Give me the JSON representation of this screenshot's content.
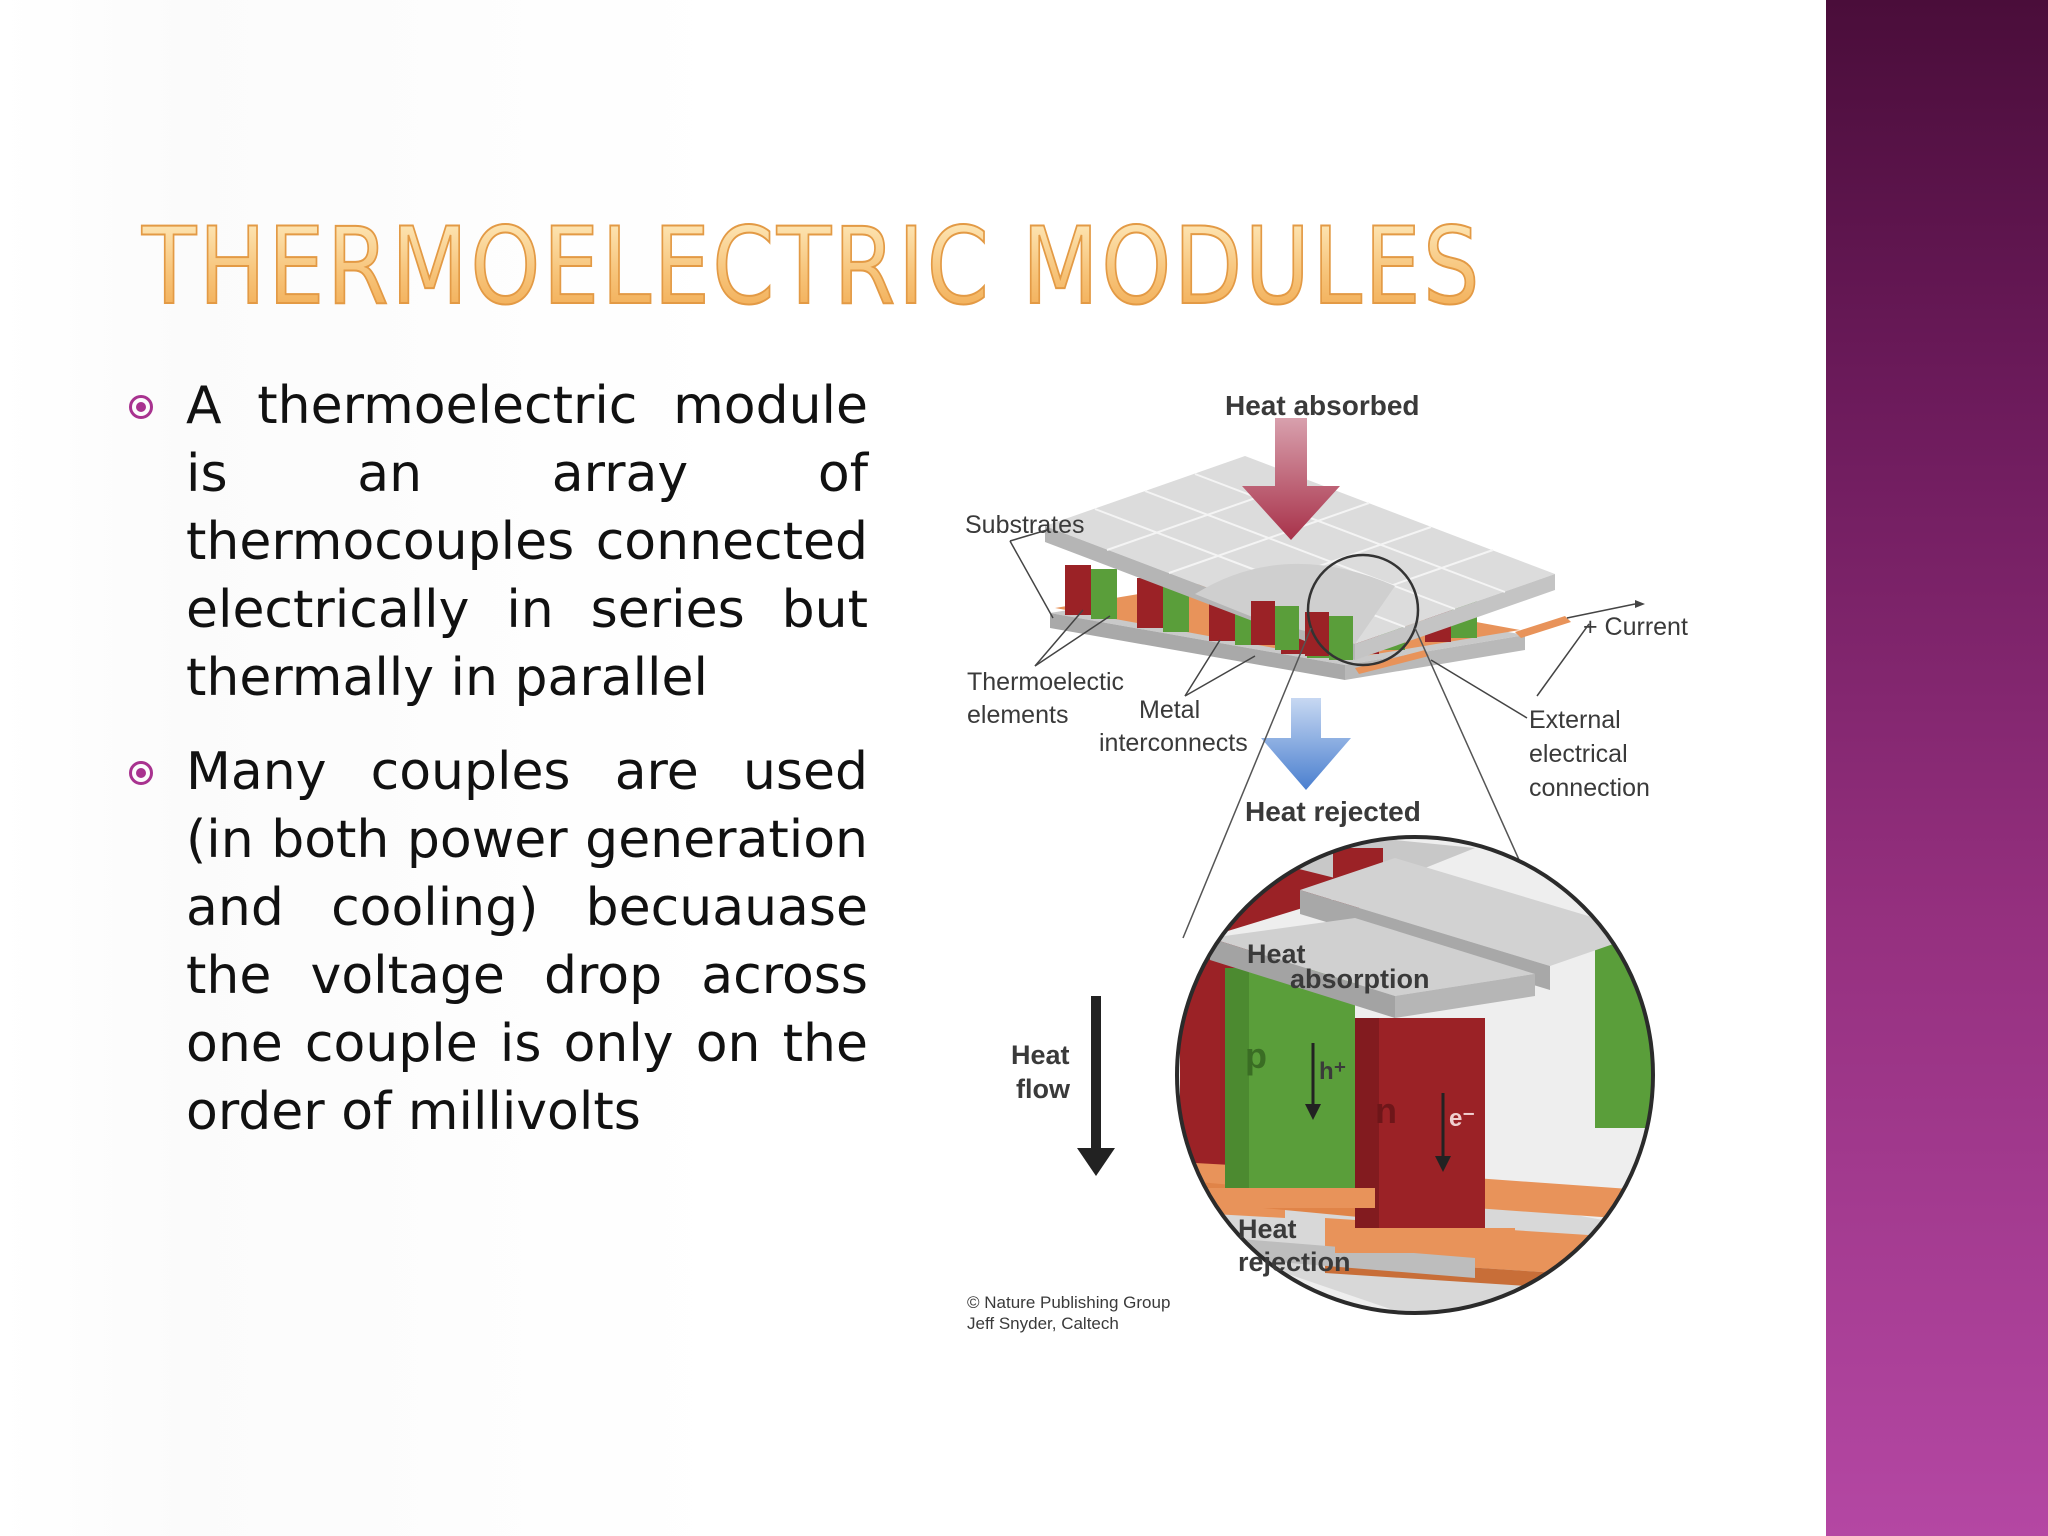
{
  "slide": {
    "title": "THERMOELECTRIC MODULES",
    "bullets": [
      "A thermoelectric module is an array of thermocouples connected electrically in series but thermally in parallel",
      "Many couples are used (in both power generation and cooling) becuauase the voltage drop across one couple is only on the order of millivolts"
    ],
    "bullet_icon": "circle-dot-icon",
    "colors": {
      "title_gradient_top": "#fff1c8",
      "title_gradient_bottom": "#f0a64a",
      "accent": "#a8328f",
      "band_top": "#4a0d3a",
      "band_bottom": "#b447a3"
    }
  },
  "figure": {
    "labels": {
      "heat_absorbed": "Heat absorbed",
      "substrates": "Substrates",
      "current": "+ Current",
      "thermoelectric_1": "Thermoelectic",
      "thermoelectric_2": "elements",
      "metal_1": "Metal",
      "metal_2": "interconnects",
      "external_1": "External",
      "external_2": "electrical",
      "external_3": "connection",
      "heat_rejected": "Heat rejected",
      "heat_absorption_1": "Heat",
      "heat_absorption_2": "absorption",
      "heat_flow_1": "Heat",
      "heat_flow_2": "flow",
      "p_type": "p",
      "n_type": "n",
      "hole": "h⁺",
      "electron": "e⁻",
      "heat_rejection_1": "Heat",
      "heat_rejection_2": "rejection",
      "credit_1": "© Nature Publishing Group",
      "credit_2": "Jeff Snyder, Caltech"
    },
    "colors": {
      "p_type": "#5a9e3a",
      "n_type": "#9b2226",
      "interconnect": "#e8935a",
      "substrate": "#d4d4d4",
      "heat_absorbed_arrow": "#a8324a",
      "heat_rejected_arrow": "#5b8fd6"
    }
  }
}
